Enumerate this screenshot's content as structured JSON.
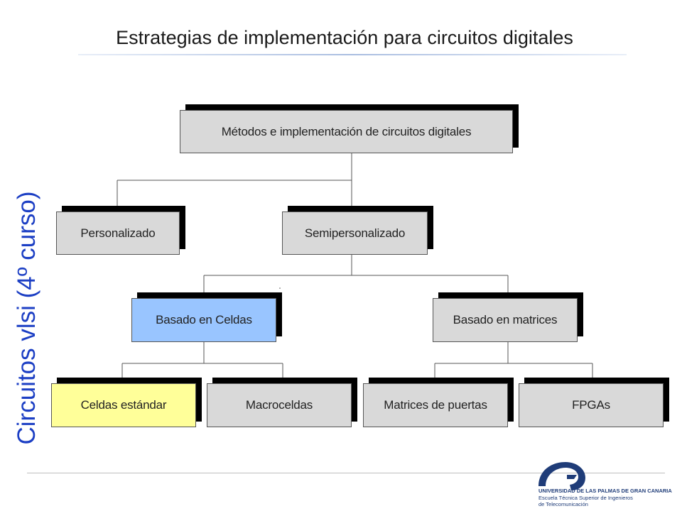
{
  "title": "Estrategias de implementación para circuitos digitales",
  "side_title": "Circuitos vlsi (4º curso)",
  "diagram": {
    "root": "Métodos e implementación de circuitos digitales",
    "level1": {
      "left": "Personalizado",
      "right": "Semipersonalizado"
    },
    "level2": {
      "left": "Basado en Celdas",
      "right": "Basado en matrices"
    },
    "level3": {
      "a": "Celdas estándar",
      "b": "Macroceldas",
      "c": "Matrices de puertas",
      "d": "FPGAs"
    }
  },
  "footer": {
    "line1": "UNIVERSIDAD DE LAS PALMAS DE GRAN CANARIA",
    "line2": "Escuela Técnica Superior de Ingenieros",
    "line3": "de Telecomunicación"
  },
  "colors": {
    "side_title": "#1c3fc4",
    "box": "#d9d9d9",
    "highlight_blue": "#99c5ff",
    "highlight_yellow": "#ffff99",
    "logo": "#1f3c78"
  }
}
